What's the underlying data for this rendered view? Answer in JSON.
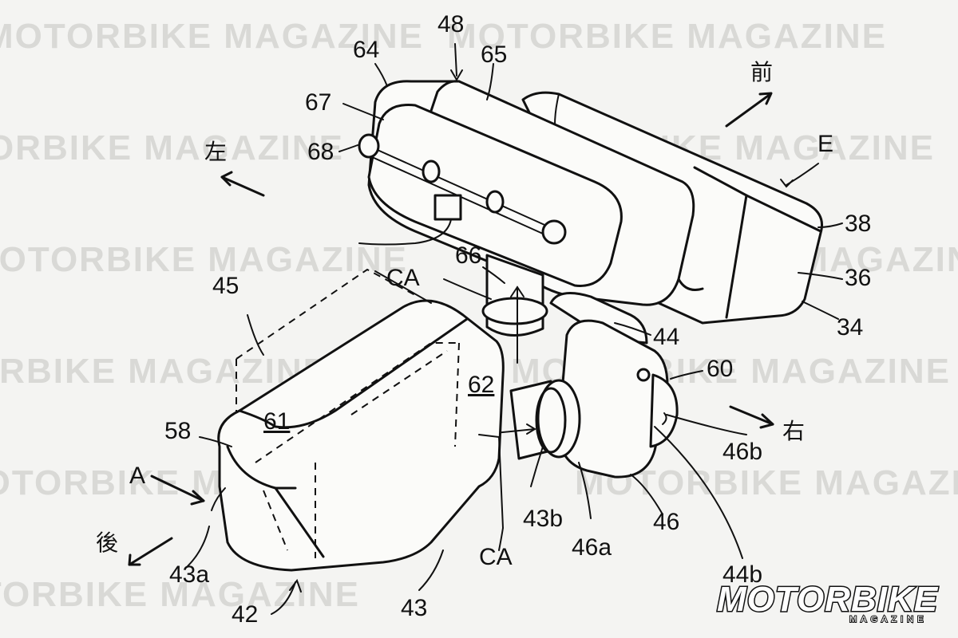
{
  "background_text": [
    "MOTORBIKE MAGAZINE"
  ],
  "callouts": {
    "n64": "64",
    "n48": "48",
    "n65": "65",
    "n67": "67",
    "n68": "68",
    "n66": "66",
    "ca_top": "CA",
    "ca_bottom": "CA",
    "n45": "45",
    "n44": "44",
    "n60": "60",
    "n62": "62",
    "n61": "61",
    "n58": "58",
    "a": "A",
    "n43a": "43a",
    "n42": "42",
    "n43": "43",
    "n43b": "43b",
    "n46a": "46a",
    "n46": "46",
    "n46b": "46b",
    "n44b": "44b",
    "n38": "38",
    "n36": "36",
    "n34": "34",
    "e": "E"
  },
  "direction_labels": {
    "front": "前",
    "left": "左",
    "right": "右",
    "rear": "後"
  },
  "watermark": {
    "brand": "MOTORBIKE",
    "sub": "MAGAZINE"
  },
  "colors": {
    "ink": "#111111",
    "paper": "#f4f4f2",
    "ghost": "#d9d9d6",
    "logo": "#ffffff"
  }
}
